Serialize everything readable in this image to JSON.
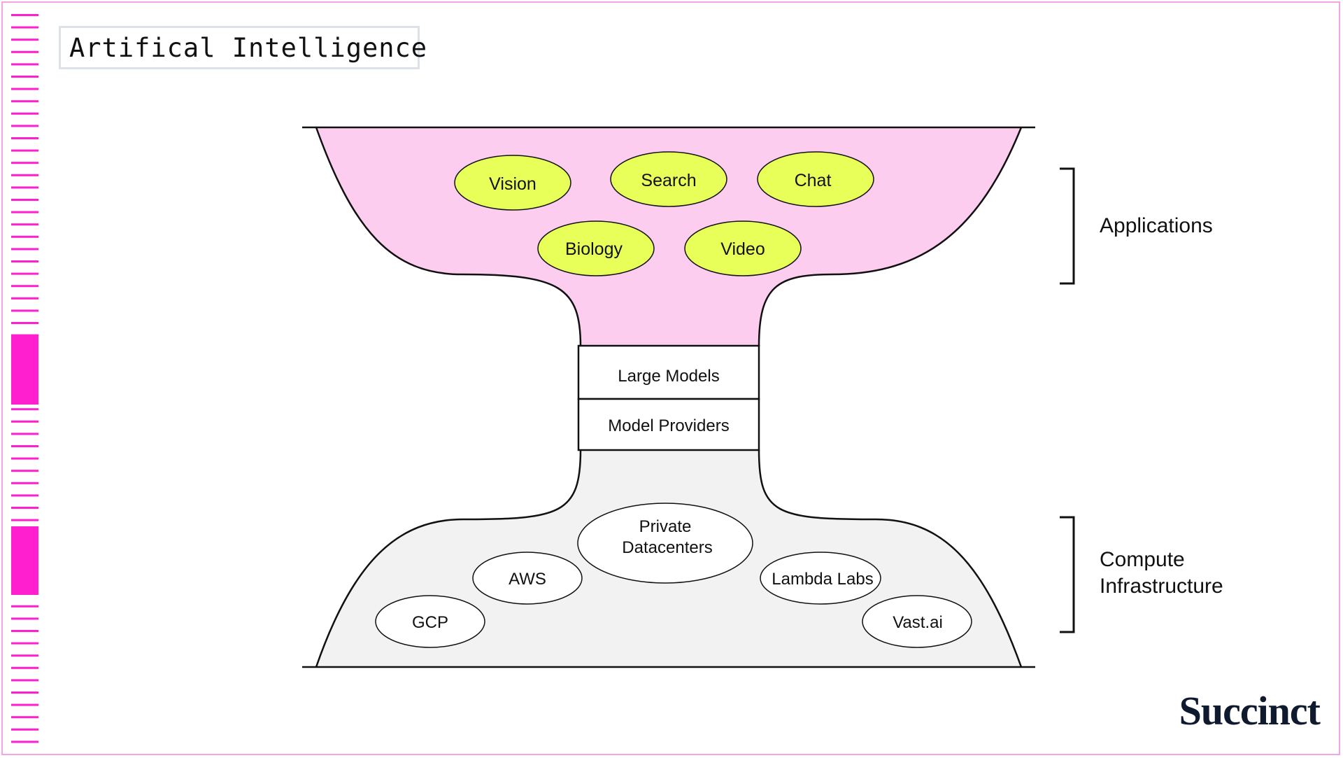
{
  "title": "Artifical Intelligence",
  "colors": {
    "accent_pink": "#ff1fcf",
    "frame_pink": "#f4a6e2",
    "top_fill": "#fccdee",
    "bottom_fill": "#f2f2f2",
    "app_bubble": "#e8ff5a",
    "text_dark": "#111111",
    "logo": "#101a2e"
  },
  "applications": {
    "label": "Applications",
    "items": [
      "Vision",
      "Search",
      "Chat",
      "Biology",
      "Video"
    ]
  },
  "middle": {
    "top_box": "Large Models",
    "bottom_box": "Model Providers"
  },
  "compute": {
    "label_line1": "Compute",
    "label_line2": "Infrastructure",
    "private_line1": "Private",
    "private_line2": "Datacenters",
    "items": [
      "AWS",
      "GCP",
      "Lambda Labs",
      "Vast.ai"
    ]
  },
  "logo": "Succinct"
}
